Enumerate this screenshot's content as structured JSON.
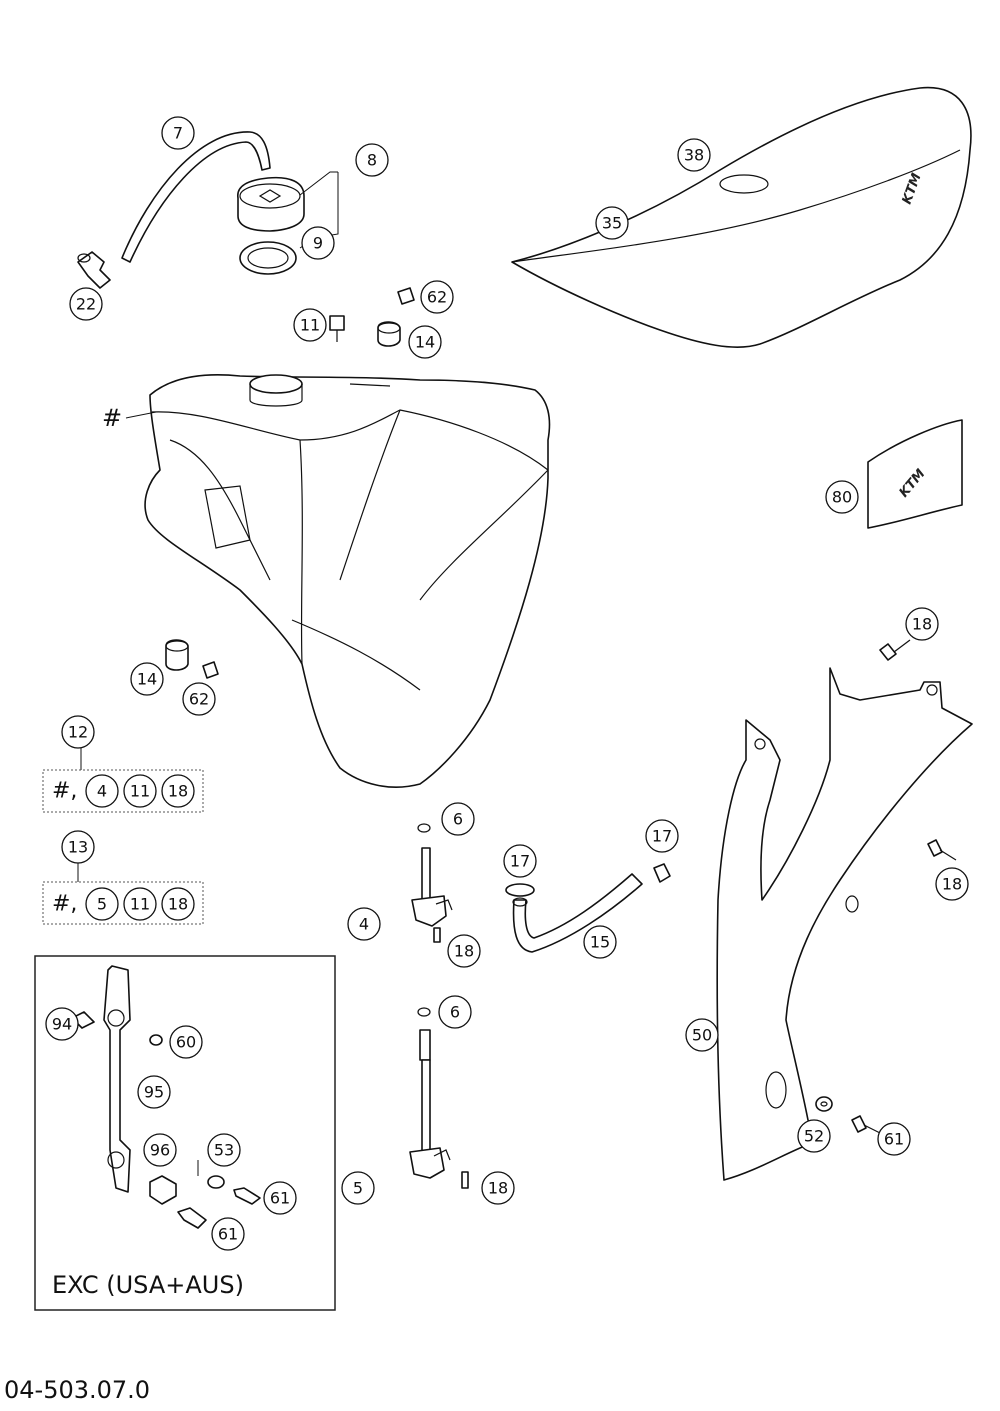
{
  "callouts": {
    "c7": "7",
    "c8": "8",
    "c9": "9",
    "c22": "22",
    "c62a": "62",
    "c11a": "11",
    "c14a": "14",
    "c38": "38",
    "c35": "35",
    "c80": "80",
    "c14b": "14",
    "c62b": "62",
    "c12": "12",
    "c13": "13",
    "c18a": "18",
    "c6a": "6",
    "c17a": "17",
    "c17b": "17",
    "c4": "4",
    "c18b": "18",
    "c15": "15",
    "c18c": "18",
    "c50": "50",
    "c6b": "6",
    "c5": "5",
    "c18d": "18",
    "c52": "52",
    "c61a": "61",
    "c94": "94",
    "c60": "60",
    "c95": "95",
    "c96": "96",
    "c53": "53",
    "c61b": "61",
    "c61c": "61"
  },
  "tank_marker": "#",
  "kit12": {
    "prefix": "#,",
    "items": [
      "4",
      "11",
      "18"
    ]
  },
  "kit13": {
    "prefix": "#,",
    "items": [
      "5",
      "11",
      "18"
    ]
  },
  "frame_title": "EXC (USA+AUS)",
  "drawing_number": "04-503.07.0",
  "logo_seat": "KTM",
  "logo_decal": "KTM"
}
